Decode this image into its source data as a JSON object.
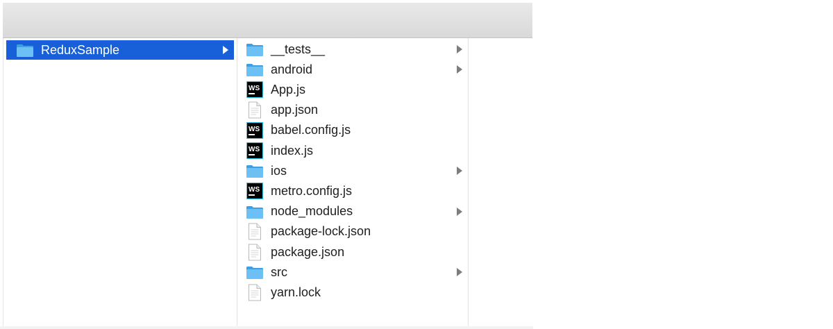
{
  "window": {
    "colors": {
      "selection": "#1760d9",
      "folder": "#5ab5f0",
      "toolbar": "#dedede"
    }
  },
  "columns": [
    {
      "items": [
        {
          "label": "ReduxSample",
          "icon": "folder-icon",
          "selected": true,
          "has_children": true
        }
      ]
    },
    {
      "items": [
        {
          "label": "__tests__",
          "icon": "folder-icon",
          "has_children": true
        },
        {
          "label": "android",
          "icon": "folder-icon",
          "has_children": true
        },
        {
          "label": "App.js",
          "icon": "webstorm-file-icon",
          "has_children": false
        },
        {
          "label": "app.json",
          "icon": "document-icon",
          "has_children": false
        },
        {
          "label": "babel.config.js",
          "icon": "webstorm-file-icon",
          "has_children": false
        },
        {
          "label": "index.js",
          "icon": "webstorm-file-icon",
          "has_children": false
        },
        {
          "label": "ios",
          "icon": "folder-icon",
          "has_children": true
        },
        {
          "label": "metro.config.js",
          "icon": "webstorm-file-icon",
          "has_children": false
        },
        {
          "label": "node_modules",
          "icon": "folder-icon",
          "has_children": true
        },
        {
          "label": "package-lock.json",
          "icon": "document-icon",
          "has_children": false
        },
        {
          "label": "package.json",
          "icon": "document-icon",
          "has_children": false
        },
        {
          "label": "src",
          "icon": "folder-icon",
          "has_children": true
        },
        {
          "label": "yarn.lock",
          "icon": "document-icon",
          "has_children": false
        }
      ]
    },
    {
      "items": []
    }
  ]
}
